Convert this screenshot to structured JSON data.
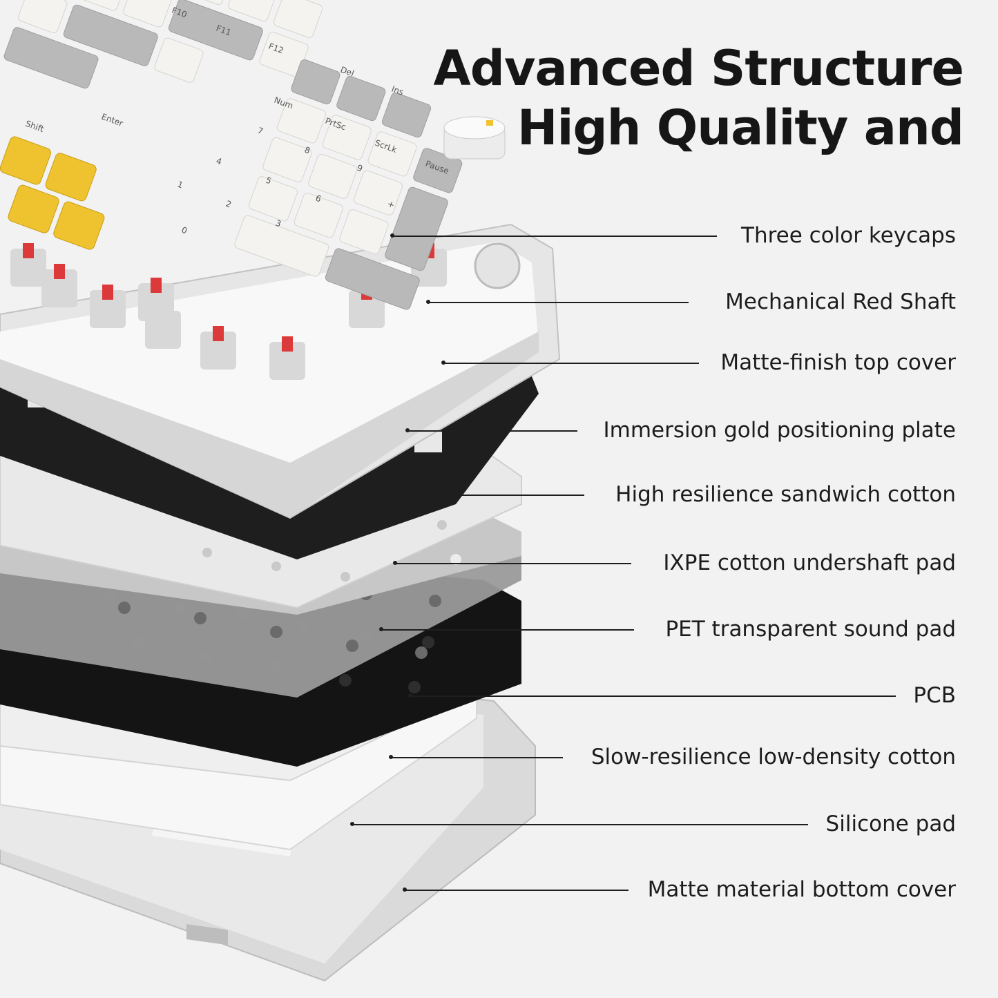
{
  "headline": {
    "line1": "Advanced Structure",
    "line2": "High Quality and"
  },
  "colors": {
    "background": "#f2f2f2",
    "text": "#161616",
    "keycap_white": "#f4f3ef",
    "keycap_gray": "#b9b9b9",
    "keycap_yellow": "#efc22f",
    "switch_stem_red": "#dc3a3a",
    "positioning_plate": "#1e1e1e",
    "pcb": "#111111"
  },
  "keycap_legends": [
    "F10",
    "F11",
    "F12",
    "Del",
    "Ins",
    "Num",
    "PrtSc",
    "ScrLk",
    "Pause",
    "Shift",
    "Enter",
    "7",
    "8",
    "9",
    "4",
    "5",
    "6",
    "1",
    "2",
    "3",
    "0",
    "+",
    "-"
  ],
  "layers": [
    {
      "label": "Three color keycaps"
    },
    {
      "label": "Mechanical Red Shaft"
    },
    {
      "label": "Matte-finish top cover"
    },
    {
      "label": "Immersion gold positioning plate"
    },
    {
      "label": "High resilience sandwich cotton"
    },
    {
      "label": "IXPE cotton undershaft pad"
    },
    {
      "label": "PET transparent sound pad"
    },
    {
      "label": "PCB"
    },
    {
      "label": "Slow-resilience low-density cotton"
    },
    {
      "label": "Silicone pad"
    },
    {
      "label": "Matte material bottom cover"
    }
  ]
}
